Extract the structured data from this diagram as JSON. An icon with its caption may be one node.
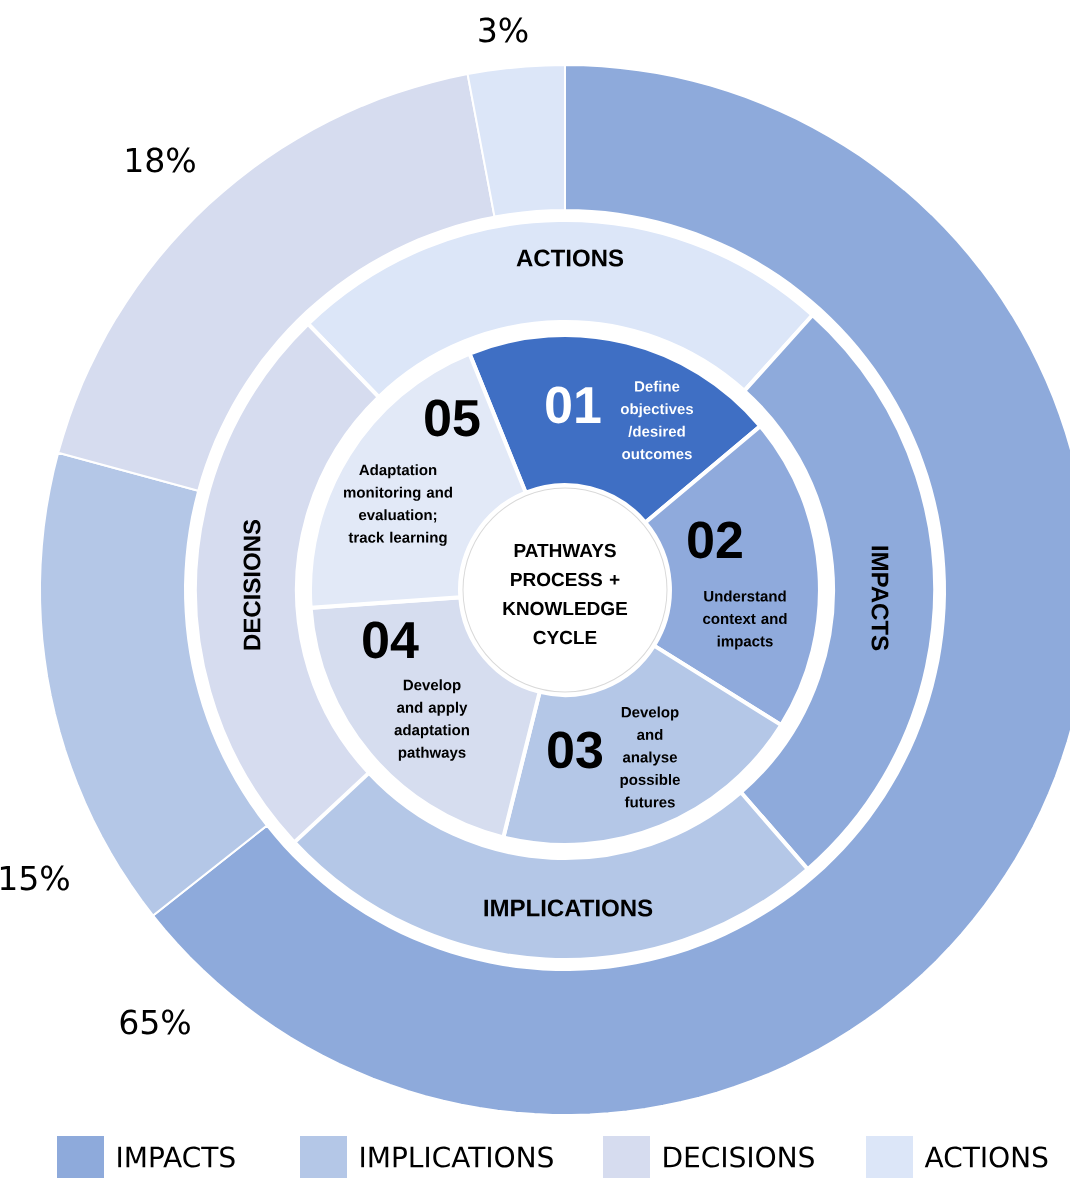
{
  "diagram": {
    "nodes": [
      {
        "text": [
          "ACTIONS"
        ]
      },
      {
        "text": [
          "DECISIONS"
        ]
      },
      {
        "text": [
          "IMPACTS"
        ]
      },
      {
        "text": [
          "IMPLICATIONS"
        ]
      },
      {
        "text": [
          "01",
          "Define objectives /desired outcomes"
        ]
      },
      {
        "text": [
          "02",
          "Understand context and impacts"
        ]
      },
      {
        "text": [
          "03",
          "Develop and analyse possible futures"
        ]
      },
      {
        "text": [
          "04",
          "Develop and apply adaptation pathways"
        ]
      },
      {
        "text": [
          "05",
          "Adaptation monitoring and evaluation; track learning"
        ]
      },
      {
        "text": [
          "PATHWAYS PROCESS + KNOWLEDGE CYCLE"
        ]
      }
    ],
    "legend": [
      {
        "text": "IMPACTS",
        "color": "#8eaadb"
      },
      {
        "text": "IMPLICATIONS",
        "color": "#b4c7e7"
      },
      {
        "text": "DECISIONS",
        "color": "#d6dcef"
      },
      {
        "text": "ACTIONS",
        "color": "#dce6f8"
      }
    ],
    "chart_data": {
      "type": "donut",
      "values": [
        65,
        15,
        18,
        3
      ],
      "value_labels": [
        "65%",
        "15%",
        "18%",
        "3%"
      ]
    }
  }
}
